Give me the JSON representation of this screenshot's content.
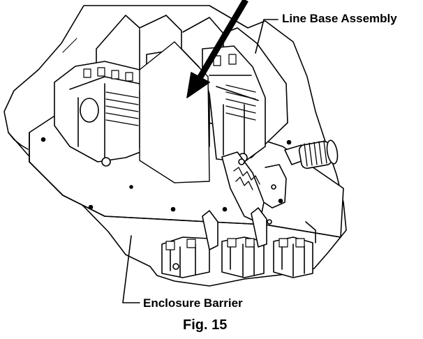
{
  "callouts": {
    "line_base": "Line Base Assembly",
    "enclosure": "Enclosure Barrier"
  },
  "caption": "Fig. 15",
  "colors": {
    "ink": "#000000",
    "paper": "#ffffff",
    "shade": "#cccccc"
  }
}
